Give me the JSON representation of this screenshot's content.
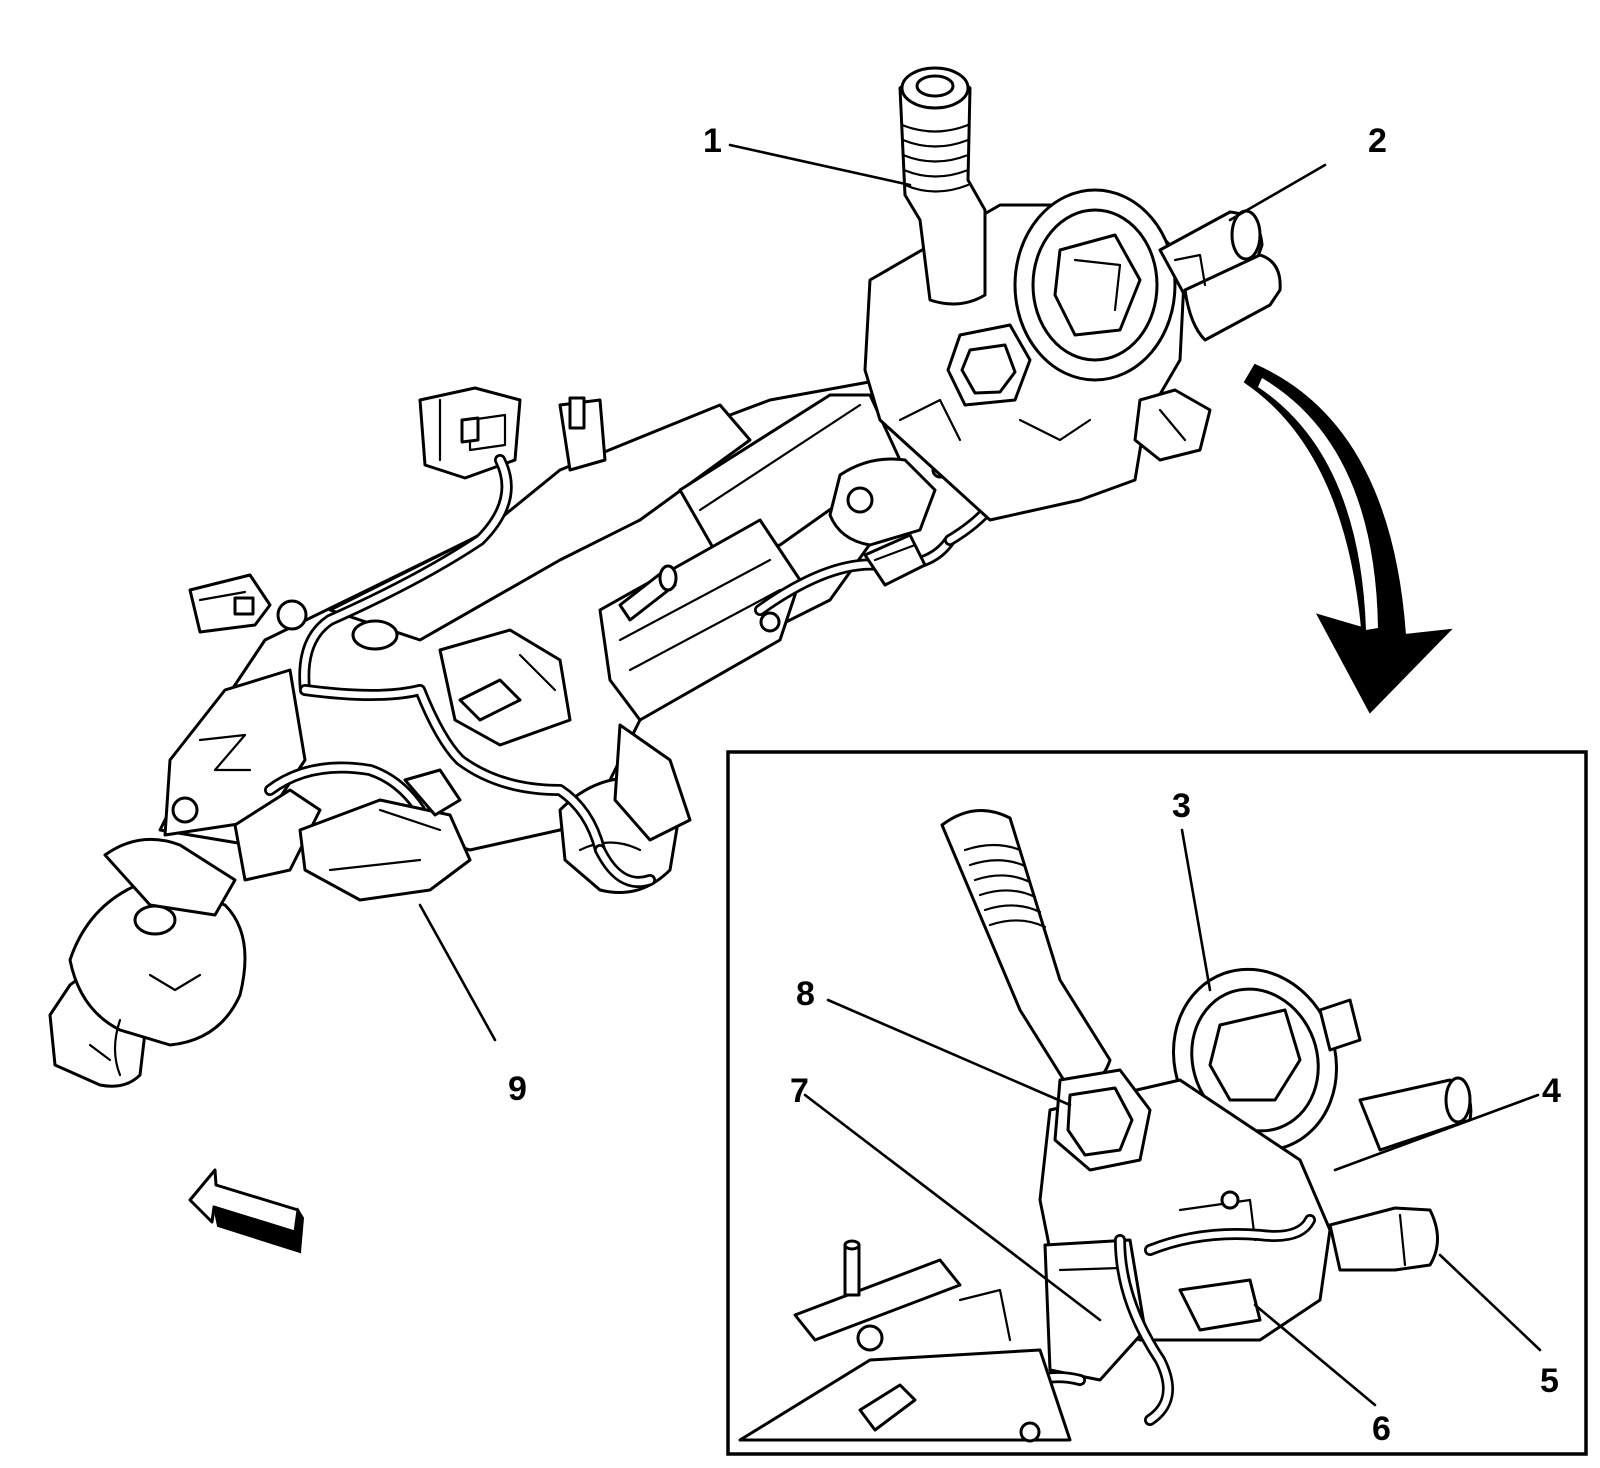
{
  "callouts": {
    "c1": "1",
    "c2": "2",
    "c3": "3",
    "c4": "4",
    "c5": "5",
    "c6": "6",
    "c7": "7",
    "c8": "8",
    "c9": "9"
  },
  "icons": {
    "rotation_arrow": "curved-arrow-icon",
    "direction_arrow": "forward-arrow-icon"
  },
  "colors": {
    "line": "#000000",
    "background": "#ffffff"
  }
}
